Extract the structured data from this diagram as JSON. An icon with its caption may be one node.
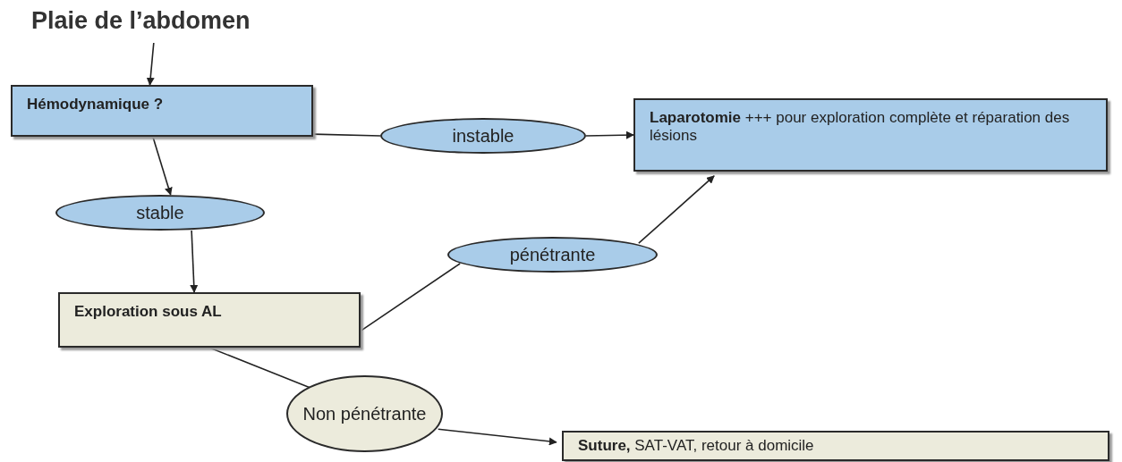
{
  "diagram": {
    "nodes": [
      {
        "text": [
          "Plaie de l’abdomen"
        ]
      },
      {
        "text": [
          "Hémodynamique ?"
        ]
      },
      {
        "text": [
          "instable"
        ]
      },
      {
        "text": [
          "**Laparotomie** +++ pour exploration complète et réparation des lésions"
        ]
      },
      {
        "text": [
          "stable"
        ]
      },
      {
        "text": [
          "Exploration sous AL"
        ]
      },
      {
        "text": [
          "pénétrante"
        ]
      },
      {
        "text": [
          "Non pénétrante"
        ]
      },
      {
        "text": [
          "**Suture,** SAT-VAT, retour à domicile"
        ]
      }
    ],
    "edges": [
      {
        "from": 0,
        "to": 1,
        "arrow": "to"
      },
      {
        "from": 1,
        "to": 2,
        "arrow": "none"
      },
      {
        "from": 2,
        "to": 3,
        "arrow": "to"
      },
      {
        "from": 1,
        "to": 4,
        "arrow": "to"
      },
      {
        "from": 4,
        "to": 5,
        "arrow": "to"
      },
      {
        "from": 5,
        "to": 6,
        "arrow": "none"
      },
      {
        "from": 6,
        "to": 3,
        "arrow": "to"
      },
      {
        "from": 5,
        "to": 7,
        "arrow": "none"
      },
      {
        "from": 7,
        "to": 8,
        "arrow": "to"
      }
    ]
  }
}
